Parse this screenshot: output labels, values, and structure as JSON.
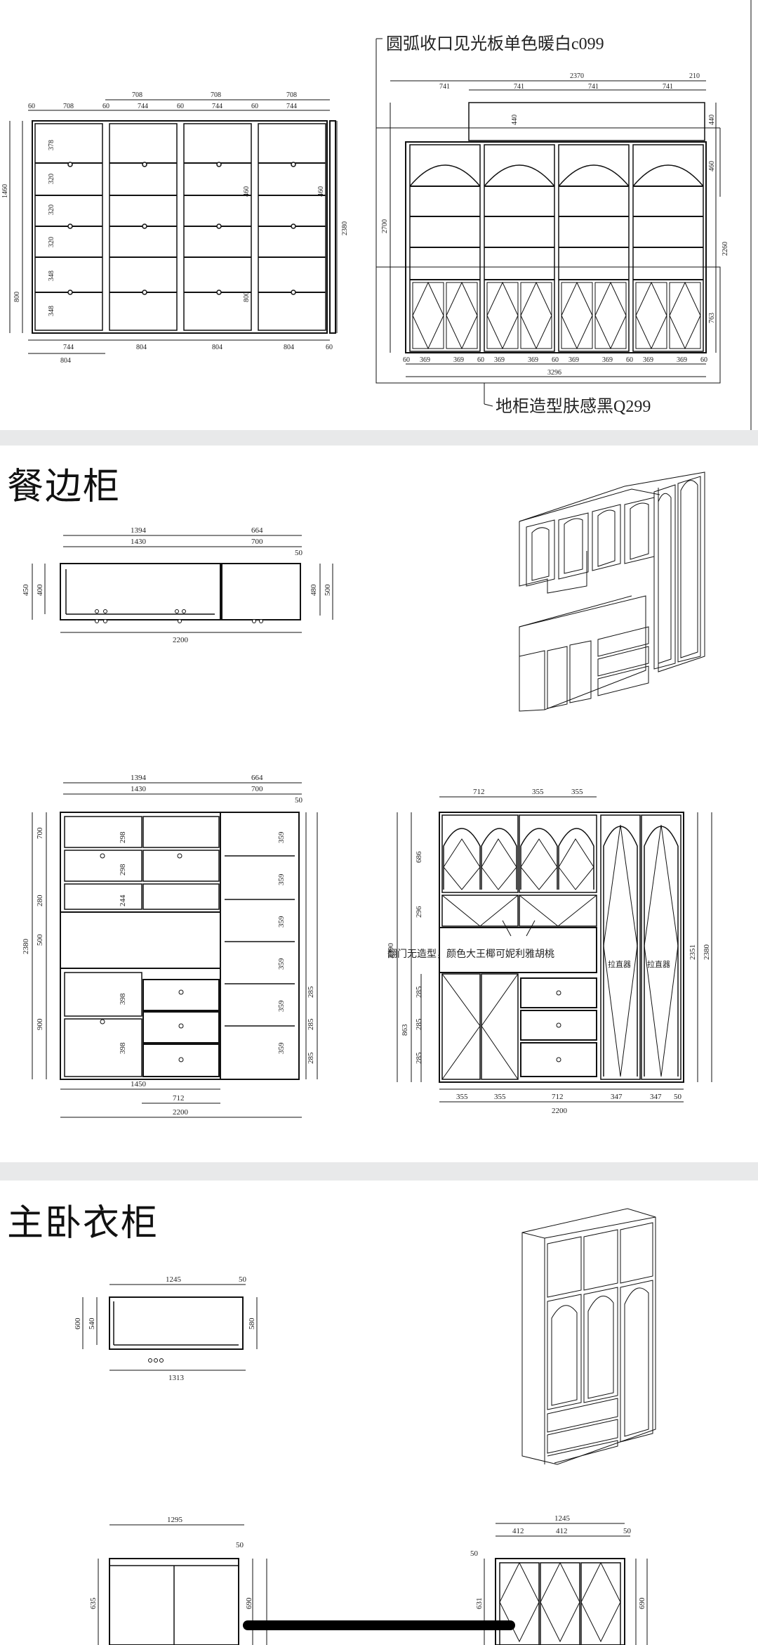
{
  "panel1": {
    "annotation_top": "圆弧收口见光板单色暖白c099",
    "annotation_bottom": "地柜造型肤感黑Q299",
    "left_elevation": {
      "top_dims": [
        "708",
        "708",
        "708"
      ],
      "row_dims": [
        "60",
        "708",
        "60",
        "744",
        "60",
        "744",
        "60",
        "744"
      ],
      "bottom_dims": [
        "744",
        "804",
        "804",
        "804",
        "60"
      ],
      "bottom_total": "804",
      "side_dims": [
        "1460",
        "800",
        "2380"
      ],
      "shelf_dims": [
        "378",
        "320",
        "320",
        "320",
        "348",
        "348"
      ],
      "right_dims": [
        "460",
        "460",
        "800"
      ]
    },
    "right_elevation": {
      "top_total": "2370",
      "top_side": "210",
      "top_dims": [
        "741",
        "741",
        "741",
        "741"
      ],
      "side_dims": [
        "2700",
        "440",
        "440",
        "460",
        "2260",
        "763"
      ],
      "bottom_dims": [
        "60",
        "369",
        "369",
        "60",
        "369",
        "369",
        "60",
        "369",
        "369",
        "60",
        "369",
        "369",
        "60"
      ],
      "bottom_total": "3296"
    }
  },
  "panel2": {
    "title": "餐边柜",
    "plan": {
      "dims_top": [
        "1394",
        "664"
      ],
      "dims_second": [
        "1430",
        "700",
        "50"
      ],
      "dims_left": [
        "450",
        "400"
      ],
      "dims_right": [
        "480",
        "500"
      ],
      "dim_bottom": "2200"
    },
    "front_left": {
      "dims_top": [
        "1394",
        "664"
      ],
      "dims_second": [
        "1430",
        "700",
        "50"
      ],
      "left_dims": [
        "700",
        "280",
        "500",
        "900",
        "2380"
      ],
      "inner_dims": [
        "298",
        "298",
        "244",
        "398",
        "398"
      ],
      "right_dims": [
        "359",
        "359",
        "359",
        "359",
        "359",
        "359",
        "285",
        "285",
        "285"
      ],
      "bottom_dims": [
        "1450",
        "712",
        "2200"
      ]
    },
    "front_right": {
      "dims_top": [
        "712",
        "355",
        "355"
      ],
      "left_dims": [
        "686",
        "296",
        "2390",
        "285",
        "285",
        "285",
        "863"
      ],
      "right_dims": [
        "2351",
        "2380"
      ],
      "note": "翻门无造型，颜色大王椰可妮利雅胡桃",
      "handle_label_1": "拉直器",
      "handle_label_2": "拉直器",
      "bottom_dims": [
        "355",
        "355",
        "712",
        "347",
        "347",
        "50"
      ],
      "bottom_total": "2200"
    }
  },
  "panel3": {
    "title": "主卧衣柜",
    "plan": {
      "dim_top": "1245",
      "dim_top_right": "50",
      "dims_left": [
        "600",
        "540"
      ],
      "dim_right": "580",
      "dim_bottom": "1313"
    },
    "front_left": {
      "dim_top": "1295",
      "dim_top_right": "50",
      "dim_left": "635",
      "dim_right": "690"
    },
    "front_right": {
      "dim_top": "1245",
      "dims_second": [
        "412",
        "412",
        "50"
      ],
      "dim_left": "631",
      "dim_right": "690",
      "dim_left_small": "50"
    }
  }
}
